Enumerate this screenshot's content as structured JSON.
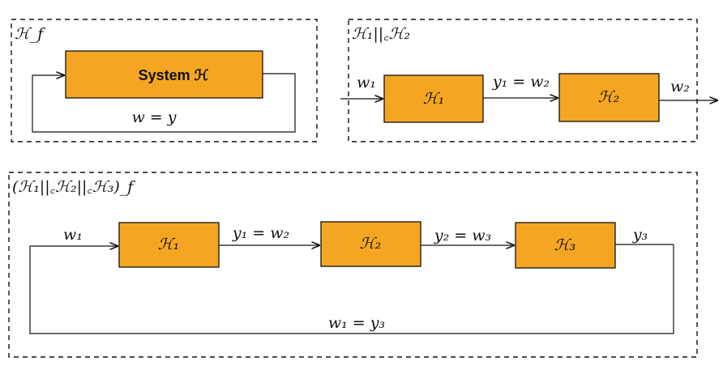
{
  "colors": {
    "block_fill": "#f4a623",
    "stroke": "#111111"
  },
  "panel_feedback": {
    "frame_label": "ℋ_f",
    "block_label": "System ℋ",
    "feedback_label": "w = y"
  },
  "panel_parallel": {
    "frame_label": "ℋ₁||꜀ℋ₂",
    "block1_label": "ℋ₁",
    "block2_label": "ℋ₂",
    "input_label": "w₁",
    "mid_label": "y₁ = w₂",
    "output_label": "w₂"
  },
  "panel_closed_chain": {
    "frame_label": "(ℋ₁||꜀ℋ₂||꜀ℋ₃)_f",
    "block1_label": "ℋ₁",
    "block2_label": "ℋ₂",
    "block3_label": "ℋ₃",
    "input_label": "w₁",
    "link12_label": "y₁ = w₂",
    "link23_label": "y₂ = w₃",
    "output_label": "y₃",
    "feedback_label": "w₁ = y₃"
  }
}
